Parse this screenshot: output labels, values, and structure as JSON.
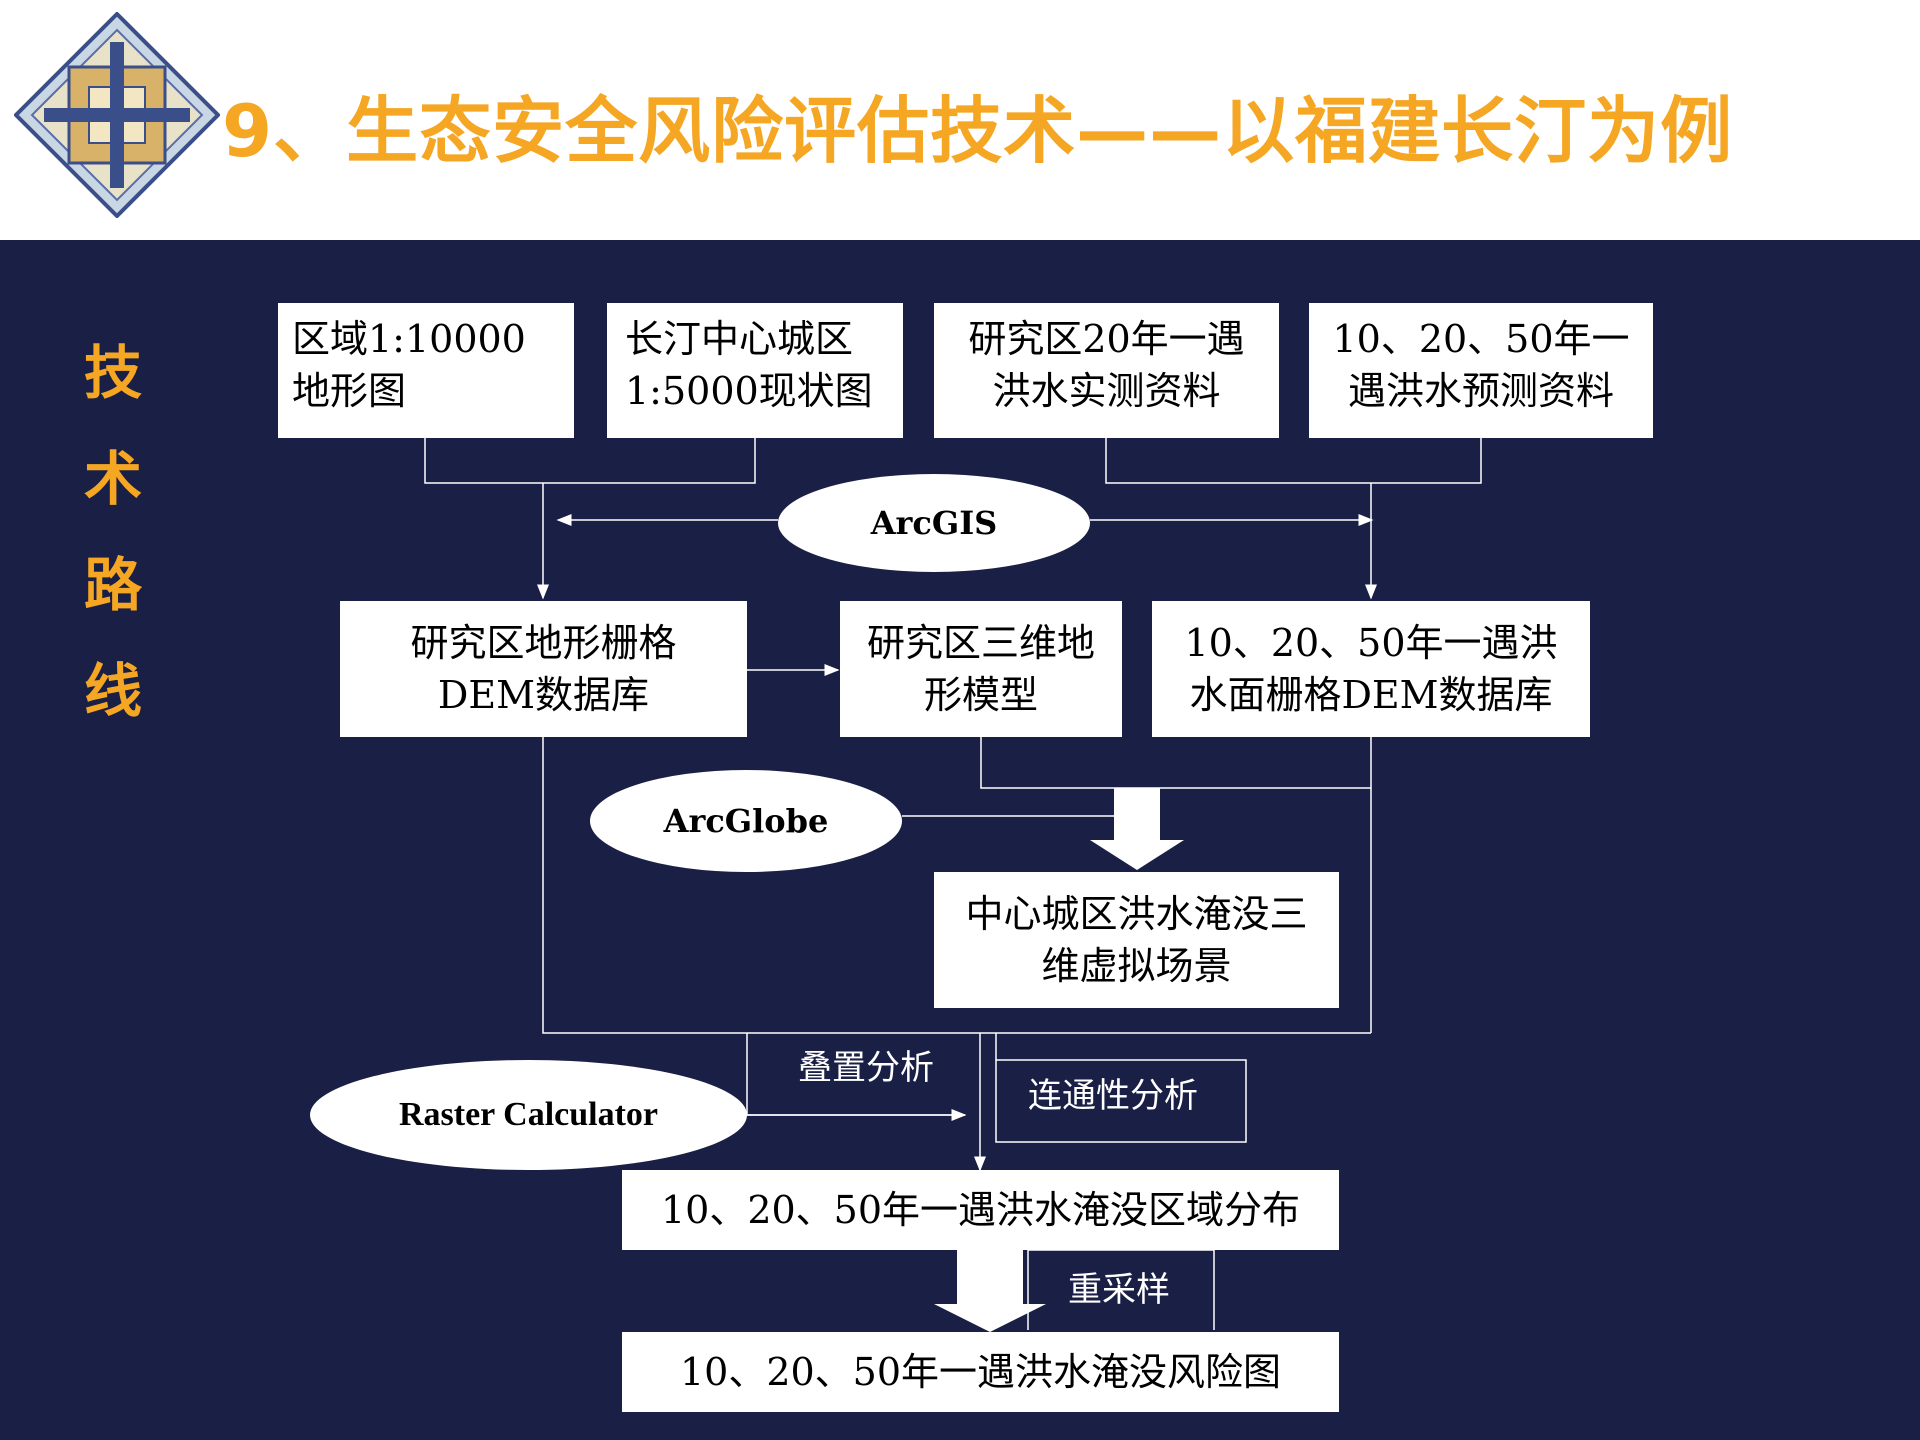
{
  "header": {
    "title": "9、生态安全风险评估技术——以福建长汀为例"
  },
  "sidebar": {
    "chars": [
      "技",
      "术",
      "路",
      "线"
    ]
  },
  "boxes": {
    "b1": "区域1:10000\n地形图",
    "b2": "长汀中心城区\n1:5000现状图",
    "b3": "研究区20年一遇\n洪水实测资料",
    "b4": "10、20、50年一\n遇洪水预测资料",
    "b5": "研究区地形栅格\nDEM数据库",
    "b6": "研究区三维地\n形模型",
    "b7": "10、20、50年一遇洪\n水面栅格DEM数据库",
    "b8": "中心城区洪水淹没三\n维虚拟场景",
    "b9": "10、20、50年一遇洪水淹没区域分布",
    "b10": "10、20、50年一遇洪水淹没风险图"
  },
  "tools": {
    "arcgis": "ArcGIS",
    "arcglobe": "ArcGlobe",
    "raster": "Raster Calculator"
  },
  "labels": {
    "overlay": "叠置分析",
    "connectivity": "连通性分析",
    "resample": "重采样"
  },
  "colors": {
    "background": "#1A1F45",
    "title": "#F5A623",
    "box": "#FFFFFF"
  }
}
